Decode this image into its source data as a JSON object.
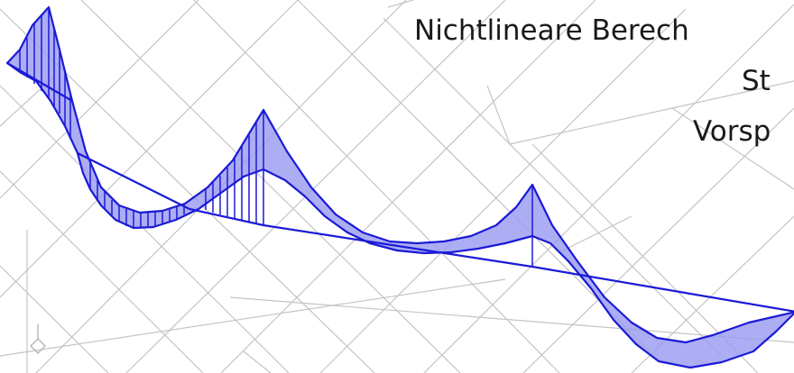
{
  "title": {
    "line1": "Nichtlineare Berech",
    "line2": "St",
    "line3": "Vorsp"
  },
  "colors": {
    "band_fill": "#9b9bf2",
    "band_stroke": "#1a1ad6",
    "grid": "#c4c4c4",
    "text": "#1a1a1a"
  }
}
